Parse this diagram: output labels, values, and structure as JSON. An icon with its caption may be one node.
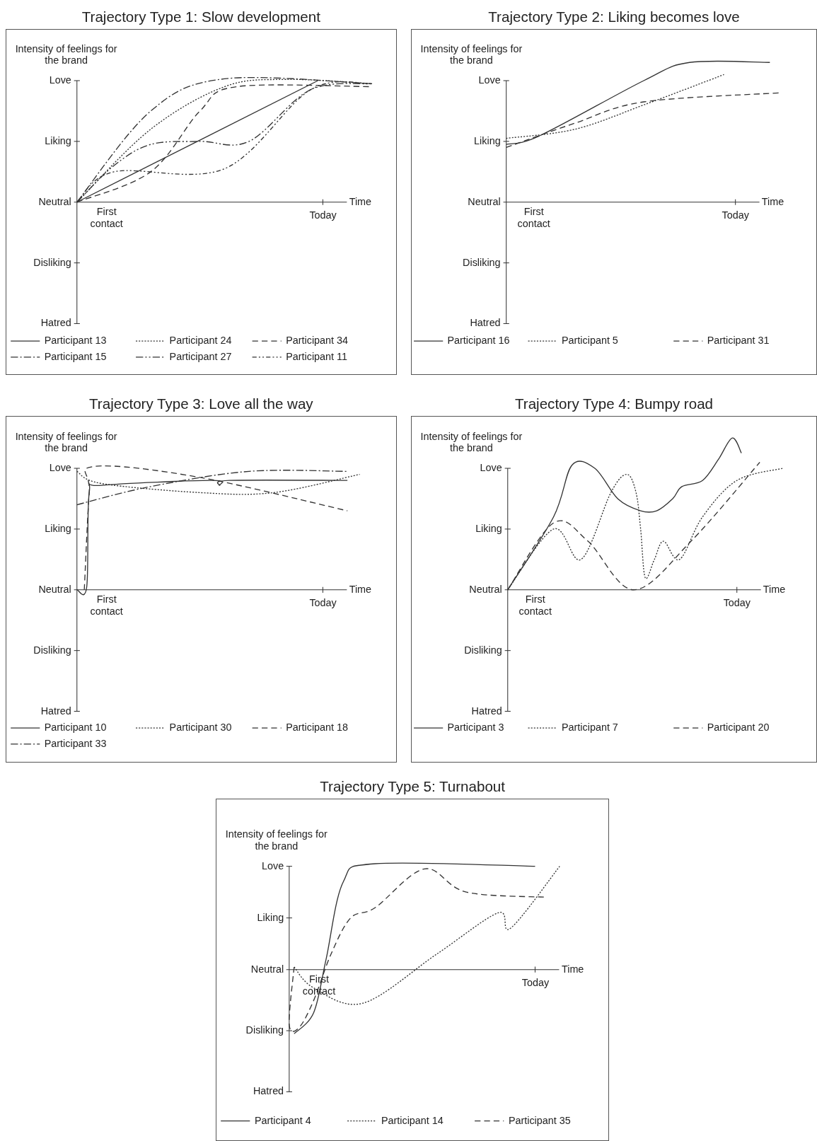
{
  "diagram": {
    "nodes": [
      {
        "text": [
          "Trajectory Type 1: Slow development",
          "Intensity of feelings for the brand",
          "Love",
          "Liking",
          "Neutral",
          "Disliking",
          "Hatred",
          "First contact",
          "Today",
          "Time"
        ]
      },
      {
        "text": [
          "Trajectory Type 2: Liking becomes love",
          "Intensity of feelings for the brand",
          "Love",
          "Liking",
          "Neutral",
          "Disliking",
          "Hatred",
          "First contact",
          "Today",
          "Time"
        ]
      },
      {
        "text": [
          "Trajectory Type 3: Love all the way",
          "Intensity of feelings for the brand",
          "Love",
          "Liking",
          "Neutral",
          "Disliking",
          "Hatred",
          "First contact",
          "Today",
          "Time"
        ]
      },
      {
        "text": [
          "Trajectory Type 4: Bumpy road",
          "Intensity of feelings for the brand",
          "Love",
          "Liking",
          "Neutral",
          "Disliking",
          "Hatred",
          "First contact",
          "Today",
          "Time"
        ]
      },
      {
        "text": [
          "Trajectory Type 5: Turnabout",
          "Intensity of feelings for the brand",
          "Love",
          "Liking",
          "Neutral",
          "Disliking",
          "Hatred",
          "First contact",
          "Today",
          "Time"
        ]
      }
    ],
    "legend": [
      {
        "text": "Participant 13"
      },
      {
        "text": "Participant 24"
      },
      {
        "text": "Participant 34"
      },
      {
        "text": "Participant 15"
      },
      {
        "text": "Participant 27"
      },
      {
        "text": "Participant 11"
      },
      {
        "text": "Participant 16"
      },
      {
        "text": "Participant 5"
      },
      {
        "text": "Participant 31"
      },
      {
        "text": "Participant 10"
      },
      {
        "text": "Participant 30"
      },
      {
        "text": "Participant 18"
      },
      {
        "text": "Participant 33"
      },
      {
        "text": "Participant 3"
      },
      {
        "text": "Participant 7"
      },
      {
        "text": "Participant 20"
      },
      {
        "text": "Participant 4"
      },
      {
        "text": "Participant 14"
      },
      {
        "text": "Participant 35"
      }
    ]
  }
}
